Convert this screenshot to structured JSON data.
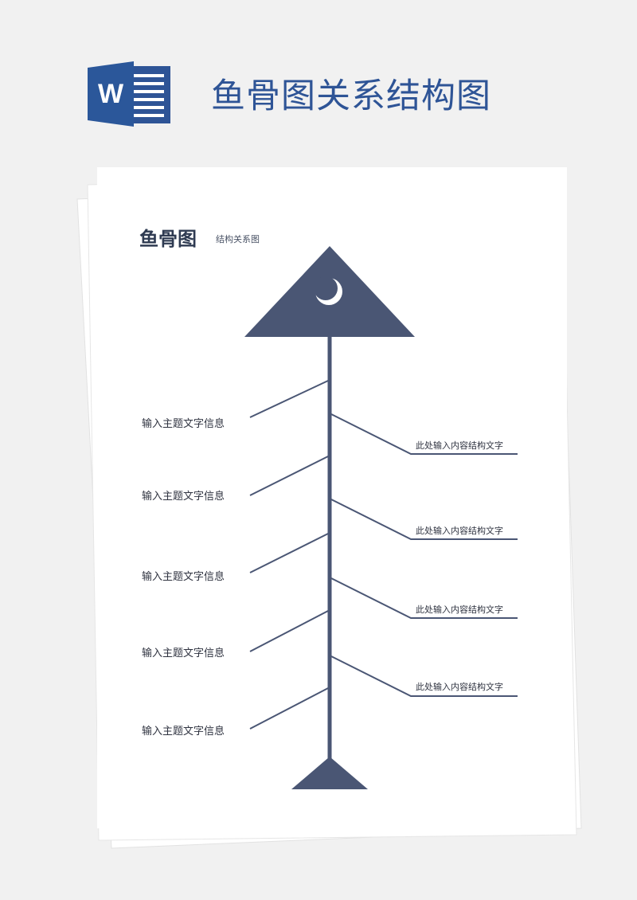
{
  "header": {
    "title": "鱼骨图关系结构图",
    "logo_letter": "W",
    "logo_color": "#2e5496"
  },
  "document": {
    "title": "鱼骨图",
    "subtitle": "结构关系图",
    "accent_color": "#4a5674"
  },
  "diagram": {
    "left_branches": [
      {
        "label": "输入主题文字信息"
      },
      {
        "label": "输入主题文字信息"
      },
      {
        "label": "输入主题文字信息"
      },
      {
        "label": "输入主题文字信息"
      },
      {
        "label": "输入主题文字信息"
      }
    ],
    "right_branches": [
      {
        "label": "此处输入内容结构文字"
      },
      {
        "label": "此处输入内容结构文字"
      },
      {
        "label": "此处输入内容结构文字"
      },
      {
        "label": "此处输入内容结构文字"
      }
    ]
  }
}
